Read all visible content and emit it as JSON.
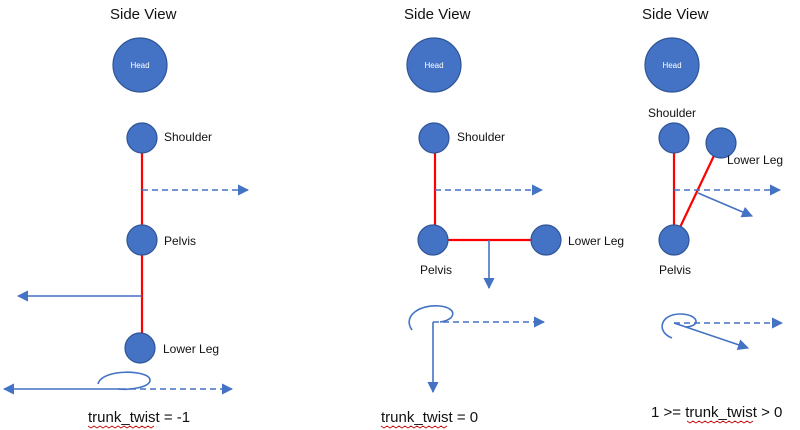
{
  "colors": {
    "joint": "#4472c4",
    "segment": "#ff0000",
    "vector": "#4472c4"
  },
  "panels": [
    {
      "title": "Side View",
      "head_label": "Head",
      "shoulder_label": "Shoulder",
      "pelvis_label": "Pelvis",
      "lower_leg_label": "Lower Leg",
      "caption_prefix": "trunk_twist",
      "caption_suffix": " = -1"
    },
    {
      "title": "Side View",
      "head_label": "Head",
      "shoulder_label": "Shoulder",
      "pelvis_label": "Pelvis",
      "lower_leg_label": "Lower Leg",
      "caption_prefix": "trunk_twist",
      "caption_suffix": " = 0"
    },
    {
      "title": "Side View",
      "head_label": "Head",
      "shoulder_label": "Shoulder",
      "pelvis_label": "Pelvis",
      "lower_leg_label": "Lower Leg",
      "caption_prefix_text": "1 >= ",
      "caption_prefix": "trunk_twist",
      "caption_suffix": " > 0"
    }
  ]
}
